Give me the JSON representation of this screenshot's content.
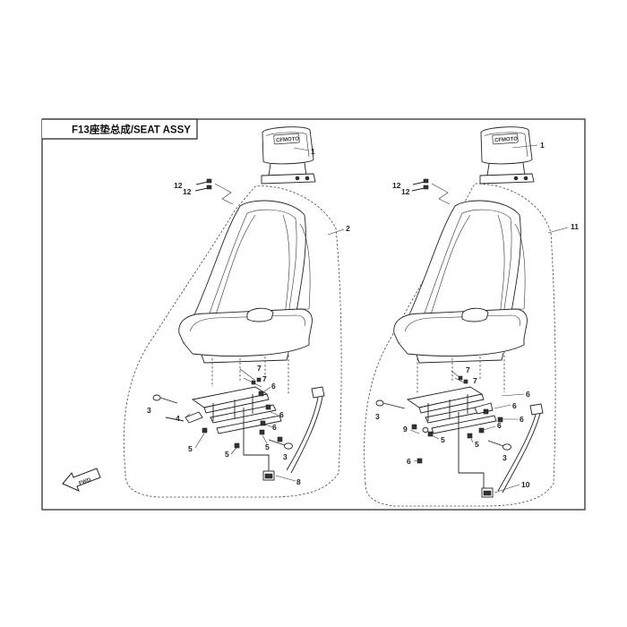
{
  "diagram": {
    "title": "F13座垫总成/SEAT ASSY",
    "fwd_label": "FWD",
    "logo_text": "CFMOTO",
    "callouts_left": [
      "1",
      "12",
      "12",
      "2",
      "7",
      "7",
      "6",
      "3",
      "4",
      "6",
      "6",
      "5",
      "5",
      "5",
      "3",
      "8"
    ],
    "callouts_right": [
      "1",
      "12",
      "12",
      "11",
      "7",
      "7",
      "6",
      "3",
      "6",
      "6",
      "9",
      "5",
      "6",
      "5",
      "3",
      "6",
      "10"
    ]
  }
}
